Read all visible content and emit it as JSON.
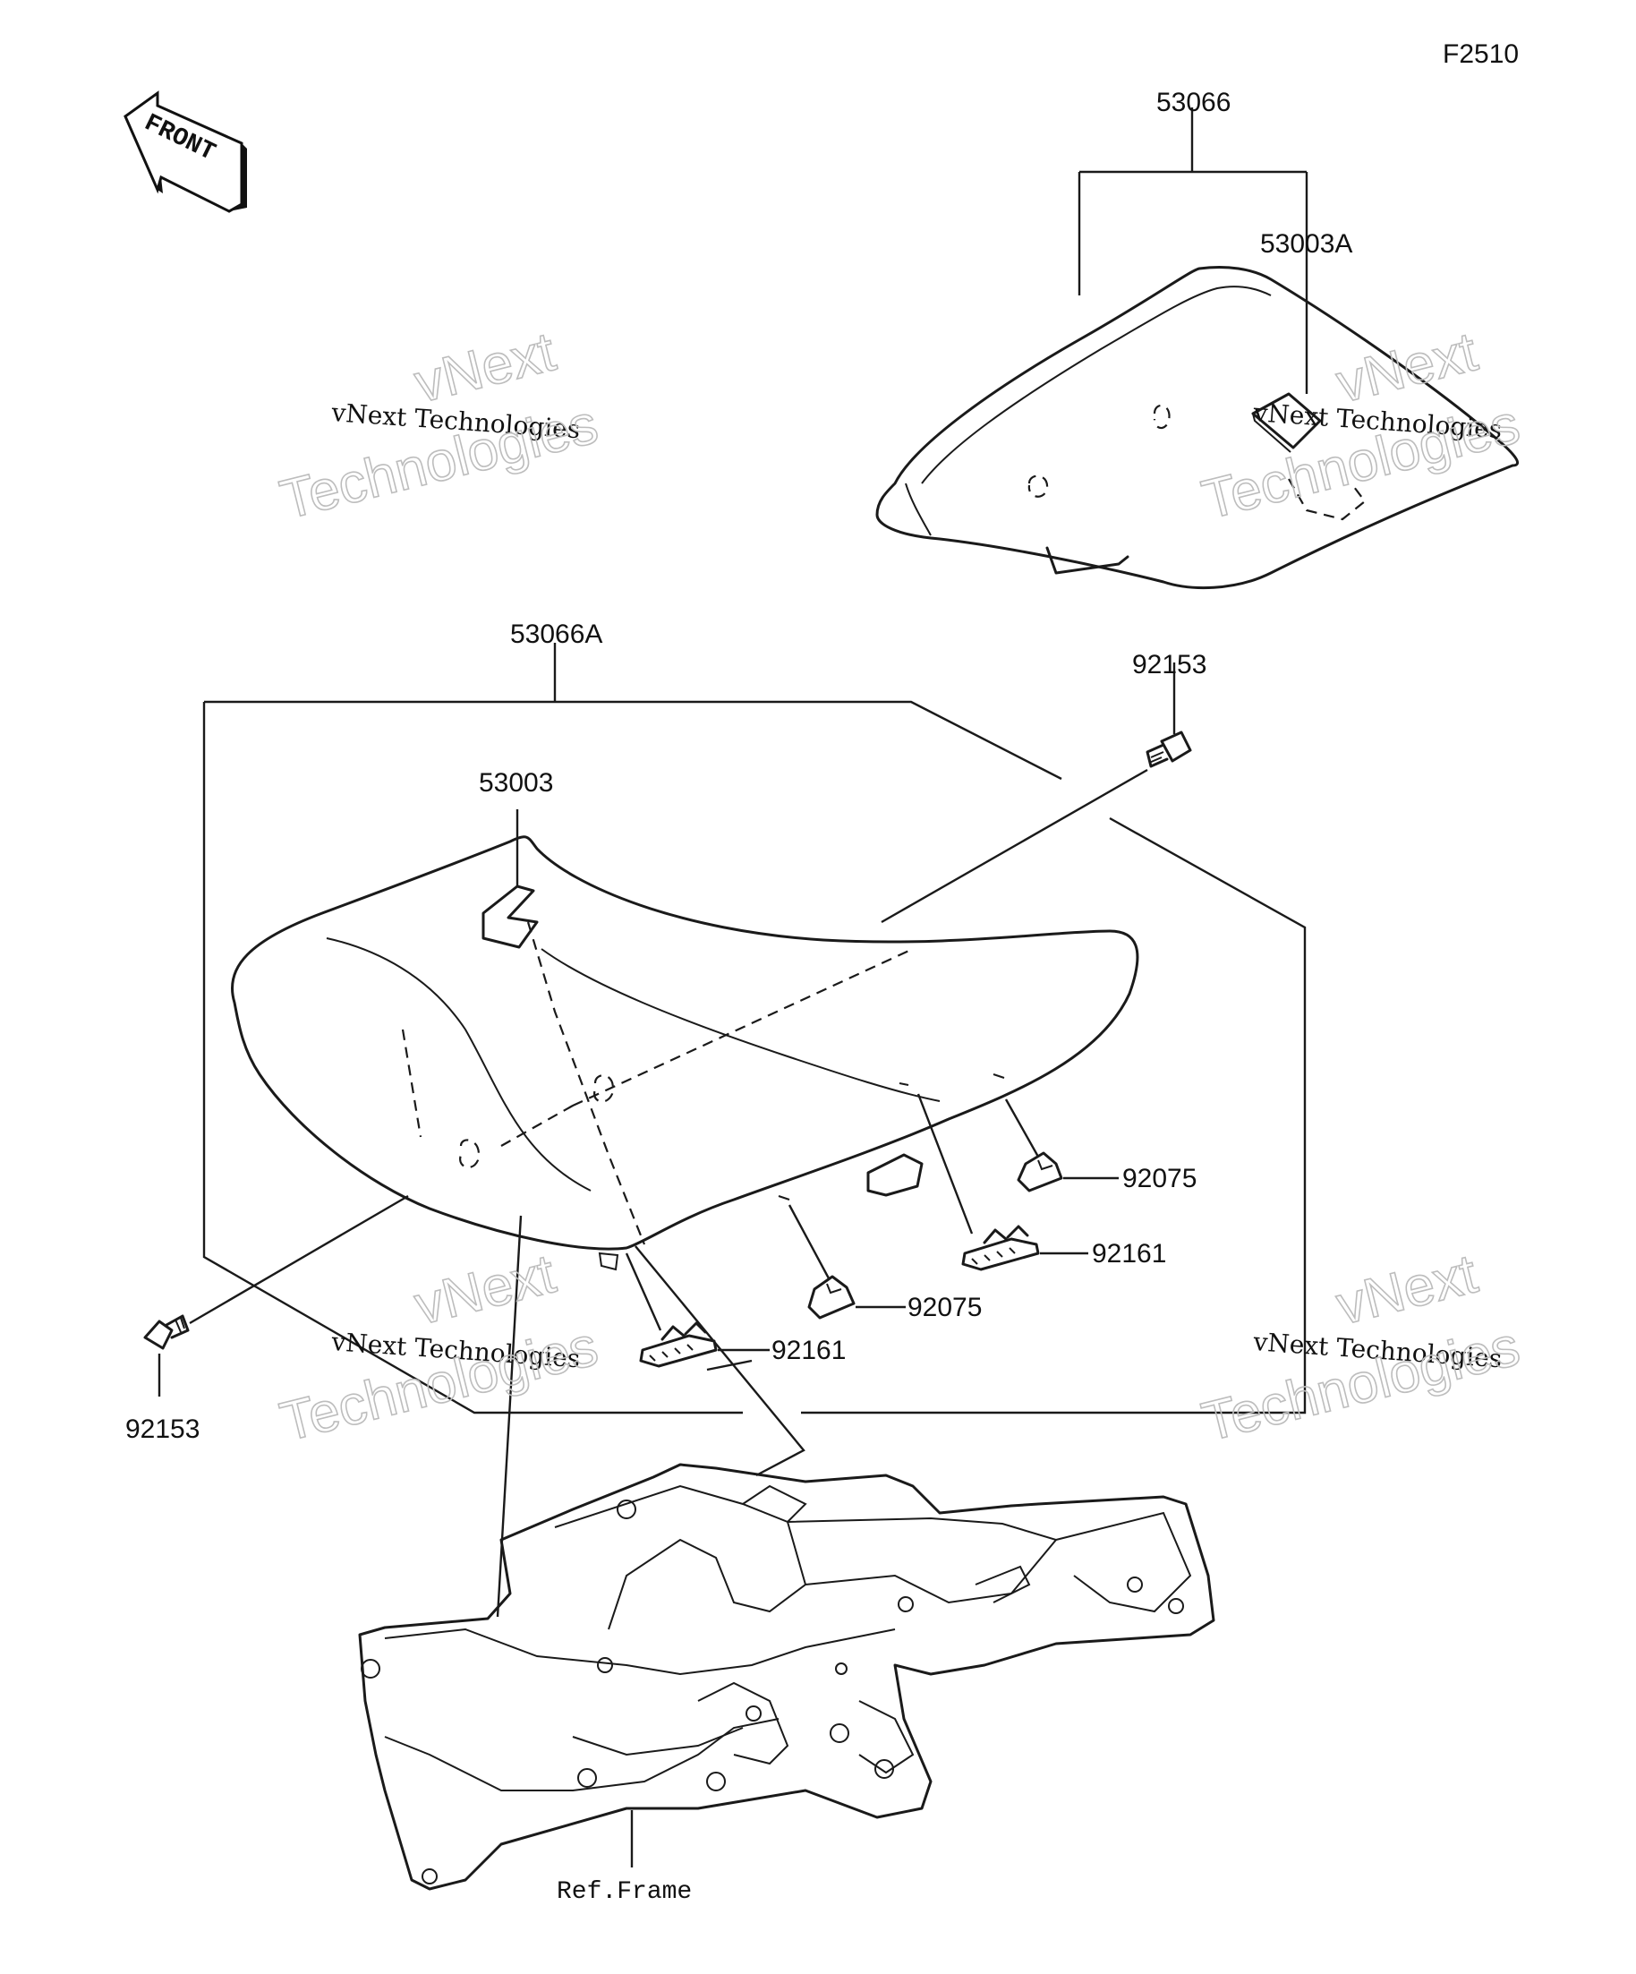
{
  "figure_code": "F2510",
  "front_arrow": {
    "text": "FRONT",
    "icon": "front-direction-arrow-icon"
  },
  "parts": [
    {
      "id": "p53066",
      "number": "53066"
    },
    {
      "id": "p53003A",
      "number": "53003A"
    },
    {
      "id": "p53066A",
      "number": "53066A"
    },
    {
      "id": "p53003",
      "number": "53003"
    },
    {
      "id": "p92153_top",
      "number": "92153"
    },
    {
      "id": "p92153_bottom",
      "number": "92153"
    },
    {
      "id": "p92075_right",
      "number": "92075"
    },
    {
      "id": "p92075_mid",
      "number": "92075"
    },
    {
      "id": "p92161_right",
      "number": "92161"
    },
    {
      "id": "p92161_mid",
      "number": "92161"
    }
  ],
  "reference": {
    "label": "Ref.Frame"
  },
  "watermarks": [
    {
      "line": "vNext Technologies",
      "big_line1": "vNext",
      "big_line2": "Technologies"
    },
    {
      "line": "vNext Technologies",
      "big_line1": "vNext",
      "big_line2": "Technologies"
    },
    {
      "line": "vNext Technologies",
      "big_line1": "vNext",
      "big_line2": "Technologies"
    },
    {
      "line": "vNext Technologies",
      "big_line1": "vNext",
      "big_line2": "Technologies"
    }
  ]
}
